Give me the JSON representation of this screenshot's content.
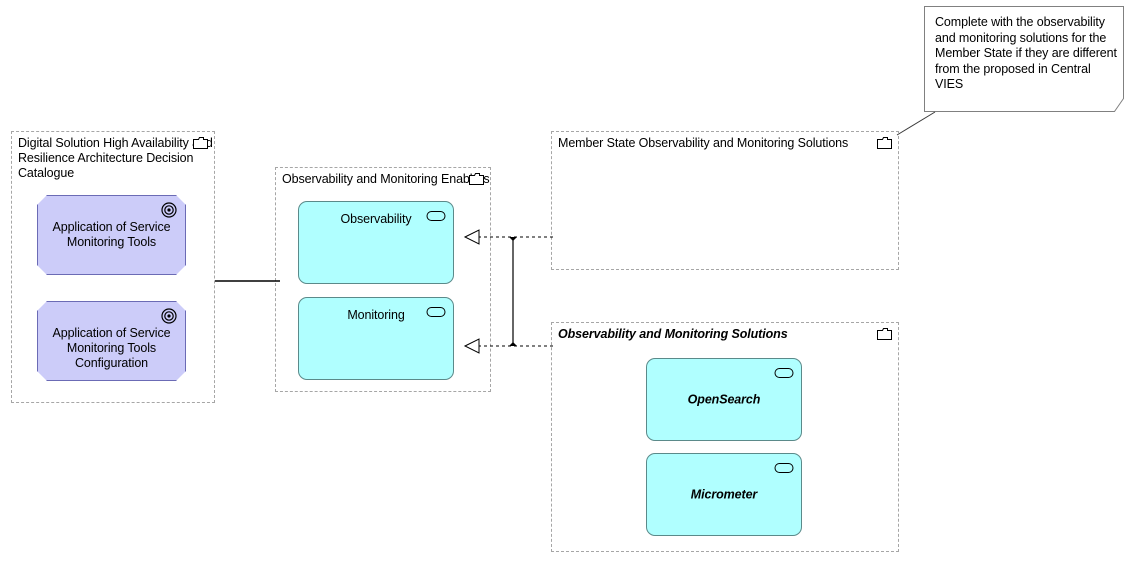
{
  "diagram": {
    "type": "archimate-view",
    "background": "#ffffff",
    "palette": {
      "motivation_fill": "#ccccf9",
      "motivation_stroke": "#6b6bb5",
      "service_fill": "#b0ffff",
      "service_stroke": "#5b8a8a",
      "group_stroke": "#a6a6a6",
      "note_stroke": "#808080",
      "connector": "#000000",
      "text": "#000000"
    }
  },
  "note": {
    "name": "observability-note",
    "text": "Complete with the observability and monitoring solutions for the Member State if they are different from the proposed in Central VIES",
    "icon": "note-callout-icon"
  },
  "groups": [
    {
      "id": "decision-catalogue",
      "title": "Digital Solution High Availability and\nResilience Architecture Decision\nCatalogue",
      "icon": "folder-group-icon",
      "title_style": "regular"
    },
    {
      "id": "enablers",
      "title": "Observability and Monitoring Enablers",
      "icon": "folder-group-icon",
      "title_style": "regular"
    },
    {
      "id": "member-state-solutions",
      "title": "Member State Observability and Monitoring Solutions",
      "icon": "folder-group-icon",
      "title_style": "regular"
    },
    {
      "id": "observability-solutions",
      "title": "Observability and Monitoring Solutions",
      "icon": "folder-group-icon",
      "title_style": "bold-italic"
    }
  ],
  "elements": [
    {
      "id": "app-service-monitoring-tools",
      "label": "Application of Service\nMonitoring Tools",
      "shape": "octagon",
      "icon": "principle-target-icon",
      "group": "decision-catalogue"
    },
    {
      "id": "app-service-monitoring-tools-config",
      "label": "Application of Service\nMonitoring Tools\nConfiguration",
      "shape": "octagon",
      "icon": "principle-target-icon",
      "group": "decision-catalogue"
    },
    {
      "id": "observability",
      "label": "Observability",
      "shape": "rounded",
      "icon": "service-rounded-icon",
      "group": "enablers"
    },
    {
      "id": "monitoring",
      "label": "Monitoring",
      "shape": "rounded",
      "icon": "service-rounded-icon",
      "group": "enablers"
    },
    {
      "id": "opensearch",
      "label": "OpenSearch",
      "shape": "rounded",
      "icon": "service-rounded-icon",
      "group": "observability-solutions"
    },
    {
      "id": "micrometer",
      "label": "Micrometer",
      "shape": "rounded",
      "icon": "service-rounded-icon",
      "group": "observability-solutions"
    }
  ],
  "connections": [
    {
      "id": "catalogue-to-enablers",
      "type": "association",
      "style": "solid",
      "from": "decision-catalogue",
      "to": "enablers",
      "arrow": "none"
    },
    {
      "id": "solutions-realizes-observability",
      "type": "realization",
      "style": "dashed",
      "from": "observability-solutions",
      "to": "observability",
      "arrow": "hollow-triangle"
    },
    {
      "id": "solutions-realizes-monitoring",
      "type": "realization",
      "style": "dashed",
      "from": "observability-solutions",
      "to": "monitoring",
      "arrow": "hollow-triangle"
    },
    {
      "id": "note-anchor",
      "type": "note-connection",
      "style": "solid",
      "from": "observability-note",
      "to": "member-state-solutions",
      "arrow": "none"
    }
  ]
}
